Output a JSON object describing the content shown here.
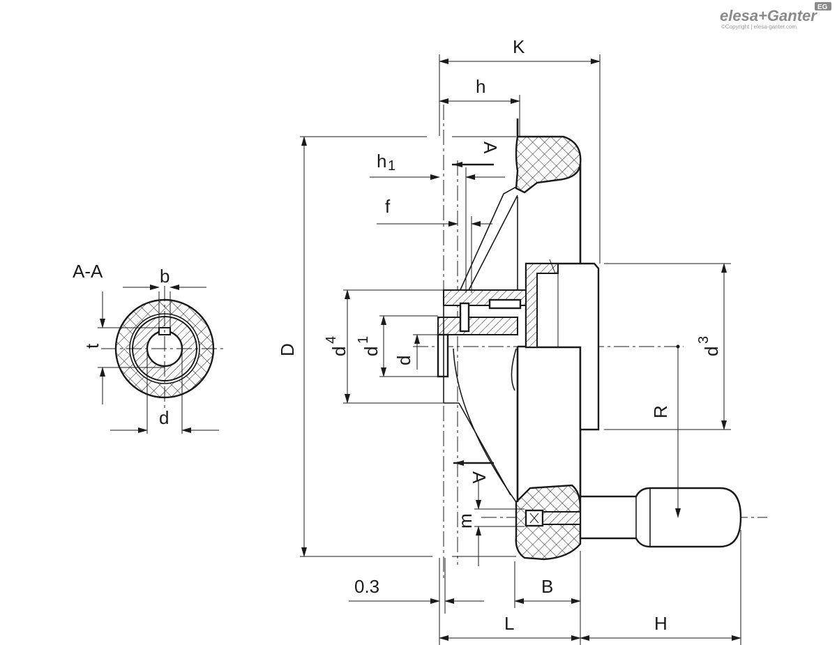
{
  "brand": {
    "logo_text": "elesa+Ganter",
    "badge": "EG",
    "copyright": "©Copyright | elesa-ganter.com"
  },
  "section": {
    "title": "A-A",
    "labels": {
      "b": "b",
      "t": "t",
      "d": "d"
    }
  },
  "dimensions": {
    "K": "K",
    "h": "h",
    "h1": "h",
    "h1_sub": "1",
    "f": "f",
    "A_top": "A",
    "A_bottom": "A",
    "D": "D",
    "d4": "d",
    "d4_sub": "4",
    "d1": "d",
    "d1_sub": "1",
    "d": "d",
    "d3": "d",
    "d3_sub": "3",
    "R": "R",
    "m": "m",
    "gap": "0.3",
    "B": "B",
    "L": "L",
    "H": "H"
  }
}
